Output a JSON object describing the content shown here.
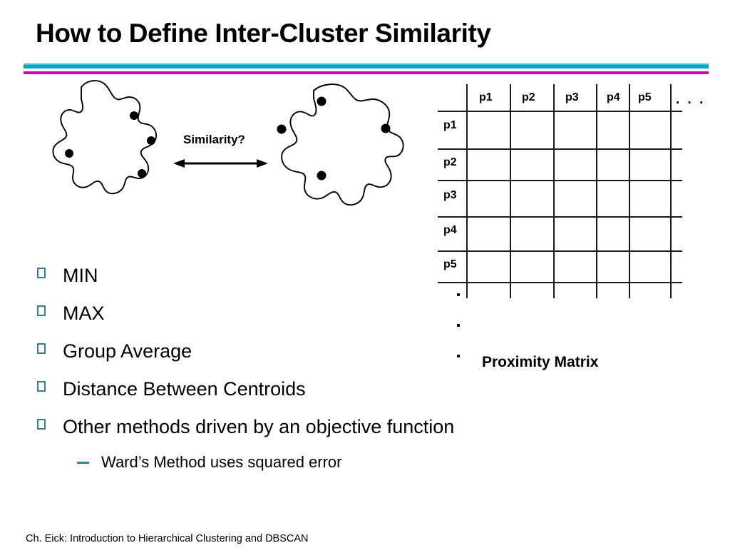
{
  "slide": {
    "title": "How to Define Inter-Cluster Similarity",
    "footer": "Ch. Eick: Introduction to Hierarchical Clustering and DBSCAN"
  },
  "divider": {
    "cyan_light": "#35C6DE",
    "cyan": "#07A5C4",
    "magenta": "#C808C8"
  },
  "diagram": {
    "similarity_label": "Similarity?",
    "arrow_icon": "double-headed-arrow",
    "left_cluster": {
      "name": "cluster-blob-left",
      "point_count": 4
    },
    "right_cluster": {
      "name": "cluster-blob-right",
      "point_count": 4
    }
  },
  "bullets": {
    "marker_color": "#2E8196",
    "items": [
      {
        "label": "MIN"
      },
      {
        "label": "MAX"
      },
      {
        "label": "Group Average"
      },
      {
        "label": "Distance Between Centroids"
      },
      {
        "label": "Other methods driven by an objective function"
      }
    ],
    "sub_items": [
      {
        "label": "Ward’s Method uses squared error"
      }
    ]
  },
  "matrix": {
    "caption": "Proximity Matrix",
    "column_headers": [
      "p1",
      "p2",
      "p3",
      "p4",
      "p5"
    ],
    "column_ellipsis": ". . .",
    "row_headers": [
      "p1",
      "p2",
      "p3",
      "p4",
      "p5"
    ],
    "row_ellipsis_dots": 3,
    "cells": [
      [
        "",
        "",
        "",
        "",
        ""
      ],
      [
        "",
        "",
        "",
        "",
        ""
      ],
      [
        "",
        "",
        "",
        "",
        ""
      ],
      [
        "",
        "",
        "",
        "",
        ""
      ],
      [
        "",
        "",
        "",
        "",
        ""
      ]
    ]
  }
}
